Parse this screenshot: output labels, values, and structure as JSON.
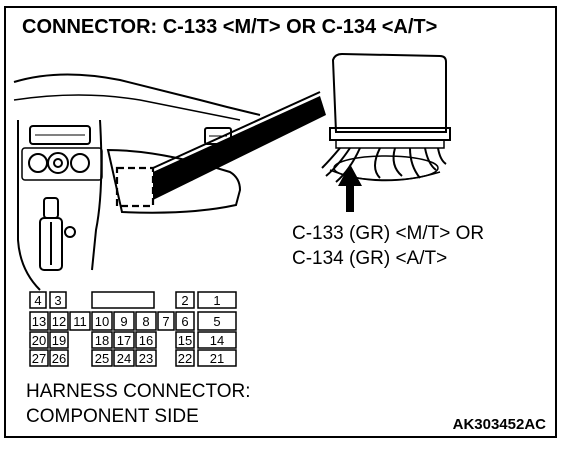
{
  "title": "CONNECTOR: C-133 <M/T> OR C-134 <A/T>",
  "callout": {
    "line1": "C-133 (GR) <M/T> OR",
    "line2": "C-134 (GR) <A/T>"
  },
  "caption": {
    "line1": "HARNESS CONNECTOR:",
    "line2": "COMPONENT SIDE"
  },
  "figure_code": "AK303452AC",
  "connector": {
    "pins_row1": [
      "4",
      "3",
      "2",
      "1"
    ],
    "pins_row2": [
      "13",
      "12",
      "11",
      "10",
      "9",
      "8",
      "7",
      "6",
      "5"
    ],
    "pins_row3": [
      "20",
      "19",
      "18",
      "17",
      "16",
      "15",
      "14"
    ],
    "pins_row4": [
      "27",
      "26",
      "25",
      "24",
      "23",
      "22",
      "21"
    ]
  }
}
